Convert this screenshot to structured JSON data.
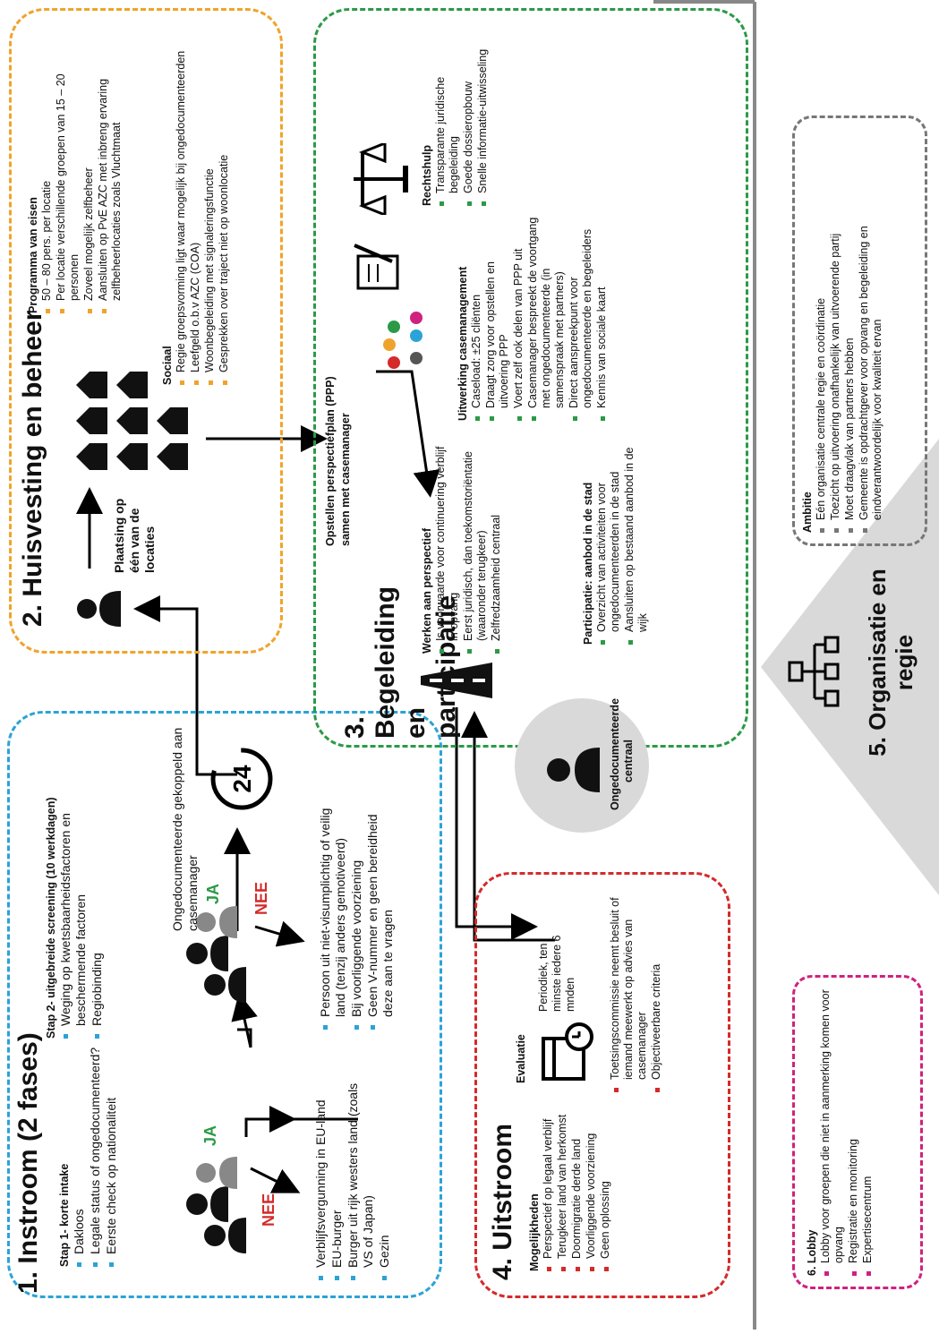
{
  "instroom": {
    "title": "1. Instroom (2 fases)",
    "step1_title": "Stap 1- korte intake",
    "step1_items": [
      "Dakloos",
      "Legale status of ongedocumenteerd?",
      "Eerste check op nationaliteit"
    ],
    "step2_title": "Stap 2- uitgebreide screening (10 werkdagen)",
    "step2_items": [
      "Weging op kwetsbaarheidsfactoren en beschermende factoren",
      "Regiobinding"
    ],
    "ja1": "JA",
    "nee1": "NEE",
    "ja2": "JA",
    "nee2": "NEE",
    "nee1_items": [
      "Verblijfsvergunning in EU-land",
      "EU-burger",
      "Burger uit rijk westers land (zoals VS of Japan)",
      "Gezin"
    ],
    "nee2_items": [
      "Persoon uit niet-visumplichtig of veilig land (tenzij anders gemotiveerd)",
      "Bij voorliggende voorziening",
      "Geen V-nummer en geen bereidheid deze aan te vragen"
    ],
    "linked": "Ongedocumenteerde gekoppeld aan casemanager",
    "clock": "24"
  },
  "huisvesting": {
    "title": "2. Huisvesting en beheer",
    "placement": "Plaatsing op één van de locaties",
    "req_title": "Programma van eisen",
    "req_items": [
      "50 – 80 pers. per locatie",
      "Per locatie verschillende groepen van 15 – 20 personen",
      "Zoveel mogelijk zelfbeheer",
      "Aansluiten op PvE AZC met inbreng ervaring zelfbeheerlocaties zoals Vluchtmaat"
    ],
    "social_title": "Sociaal",
    "social_items": [
      "Regie groepsvorming ligt waar mogelijk bij ongedocumenteerden",
      "Leefgeld o.b.v AZC (COA)",
      "Woonbegeleiding met signaleringsfunctie",
      "Gesprekken over traject niet op woonlocatie"
    ]
  },
  "begeleiding": {
    "title": "3. Begeleiding en participatie",
    "ppp_title": "Opstellen perspectiefplan (PPP) samen met casemanager",
    "persp_title": "Werken aan perspectief",
    "persp_items": [
      "Is voorwaarde voor continuering verblijf in opvang",
      "Eerst juridisch, dan toekomstoriëntatie (waaronder terugkeer)",
      "Zelfredzaamheid centraal"
    ],
    "case_title": "Uitwerking casemanagement",
    "case_items": [
      "Caseload: ±25 cliënten",
      "Draagt zorg voor opstellen en uitvoering PPP",
      "Voert zelf ook delen van PPP uit",
      "Casemanager bespreekt de voortgang met ongedocumenteerde (in samenspraak met partners)",
      "Direct aanspreekpunt voor ongedocumenteerde en begeleiders",
      "Kennis van sociale kaart"
    ],
    "legal_title": "Rechtshulp",
    "legal_items": [
      "Transparante juridische begeleiding",
      "Goede dossieropbouw",
      "Snelle informatie-uitwisseling"
    ],
    "particip_title": "Participatie: aanbod in de stad",
    "particip_items": [
      "Overzicht van activiteiten voor ongedocumenteerden in de stad",
      "Aansluiten op bestaand aanbod in de wijk"
    ]
  },
  "uitstroom": {
    "title": "4. Uitstroom",
    "options_title": "Mogelijkheden",
    "options_items": [
      "Perspectief op legaal verblijf",
      "Terugkeer land van herkomst",
      "Doormigratie derde land",
      "Voorliggende voorziening",
      "Geen oplossing"
    ],
    "eval_title": "Evaluatie",
    "periodic": "Periodiek, ten minste iedere 6 mnden",
    "eval_items": [
      "Toetsingscommissie neemt besluit of iemand meewerkt op advies van casemanager",
      "Objectiveerbare criteria"
    ]
  },
  "central": {
    "label": "Ongedocumenteerde centraal"
  },
  "organisatie": {
    "title": "5. Organisatie en regie",
    "amb_title": "Ambitie",
    "amb_items": [
      "Eén organisatie centrale regie en coördinatie",
      "Toezicht op uitvoering onafhankelijk van uitvoerende partij",
      "Moet draagvlak van partners hebben",
      "Gemeente is opdrachtgever voor opvang en begeleiding en eindverantwoordelijk voor kwaliteit ervan"
    ]
  },
  "lobby": {
    "title": "6. Lobby",
    "items": [
      "Lobby voor groepen die niet in aanmerking komen voor opvang",
      "Registratie en monitoring",
      "Expertisecentrum"
    ]
  },
  "colors": {
    "blue": "#2ba3d6",
    "orange": "#f0a32b",
    "green": "#2b9a46",
    "red": "#d42a2a",
    "grey": "#777777",
    "pink": "#d0217f"
  }
}
